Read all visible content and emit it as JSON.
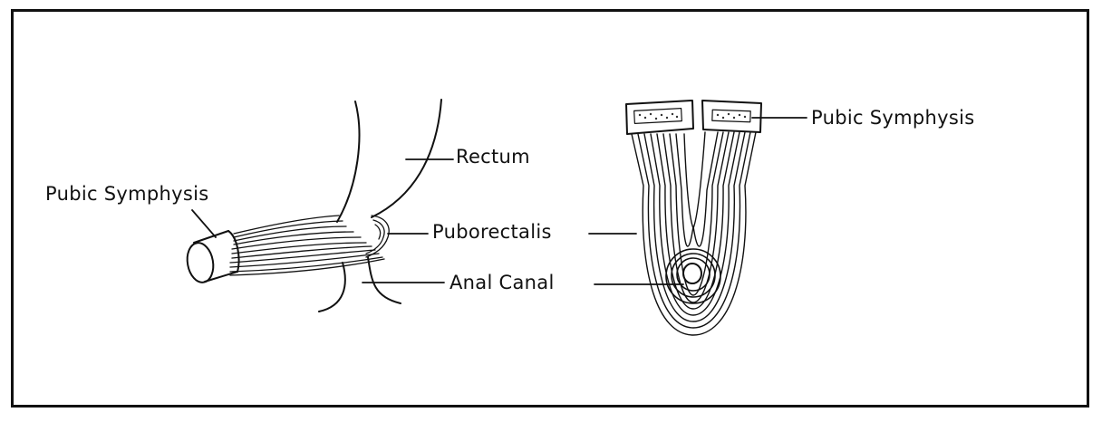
{
  "labels": {
    "left_pubic_symphysis": "Pubic  Symphysis",
    "rectum": "Rectum",
    "puborectalis": "Puborectalis",
    "anal_canal": "Anal  Canal",
    "right_pubic_symphysis": "Pubic  Symphysis"
  }
}
